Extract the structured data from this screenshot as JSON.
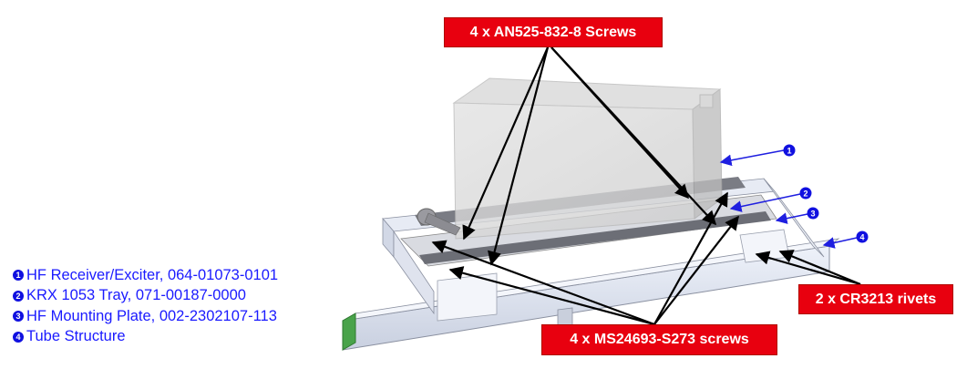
{
  "callouts": {
    "screws_top": "4 x AN525-832-8 Screws",
    "screws_bottom": "4 x MS24693-S273 screws",
    "rivets": "2 x CR3213 rivets"
  },
  "legend": {
    "items": [
      {
        "num": "1",
        "text": "HF Receiver/Exciter, 064-01073-0101"
      },
      {
        "num": "2",
        "text": "KRX 1053 Tray, 071-00187-0000"
      },
      {
        "num": "3",
        "text": "HF Mounting Plate, 002-2302107-113"
      },
      {
        "num": "4",
        "text": "Tube Structure"
      }
    ]
  },
  "markers": [
    "1",
    "2",
    "3",
    "4"
  ],
  "colors": {
    "callout_bg": "#e8000f",
    "callout_text": "#ffffff",
    "legend_text": "#1a1aff",
    "marker_fill": "#1010e0",
    "leader_line": "#000000",
    "arrow_blue": "#1f1fe0"
  }
}
